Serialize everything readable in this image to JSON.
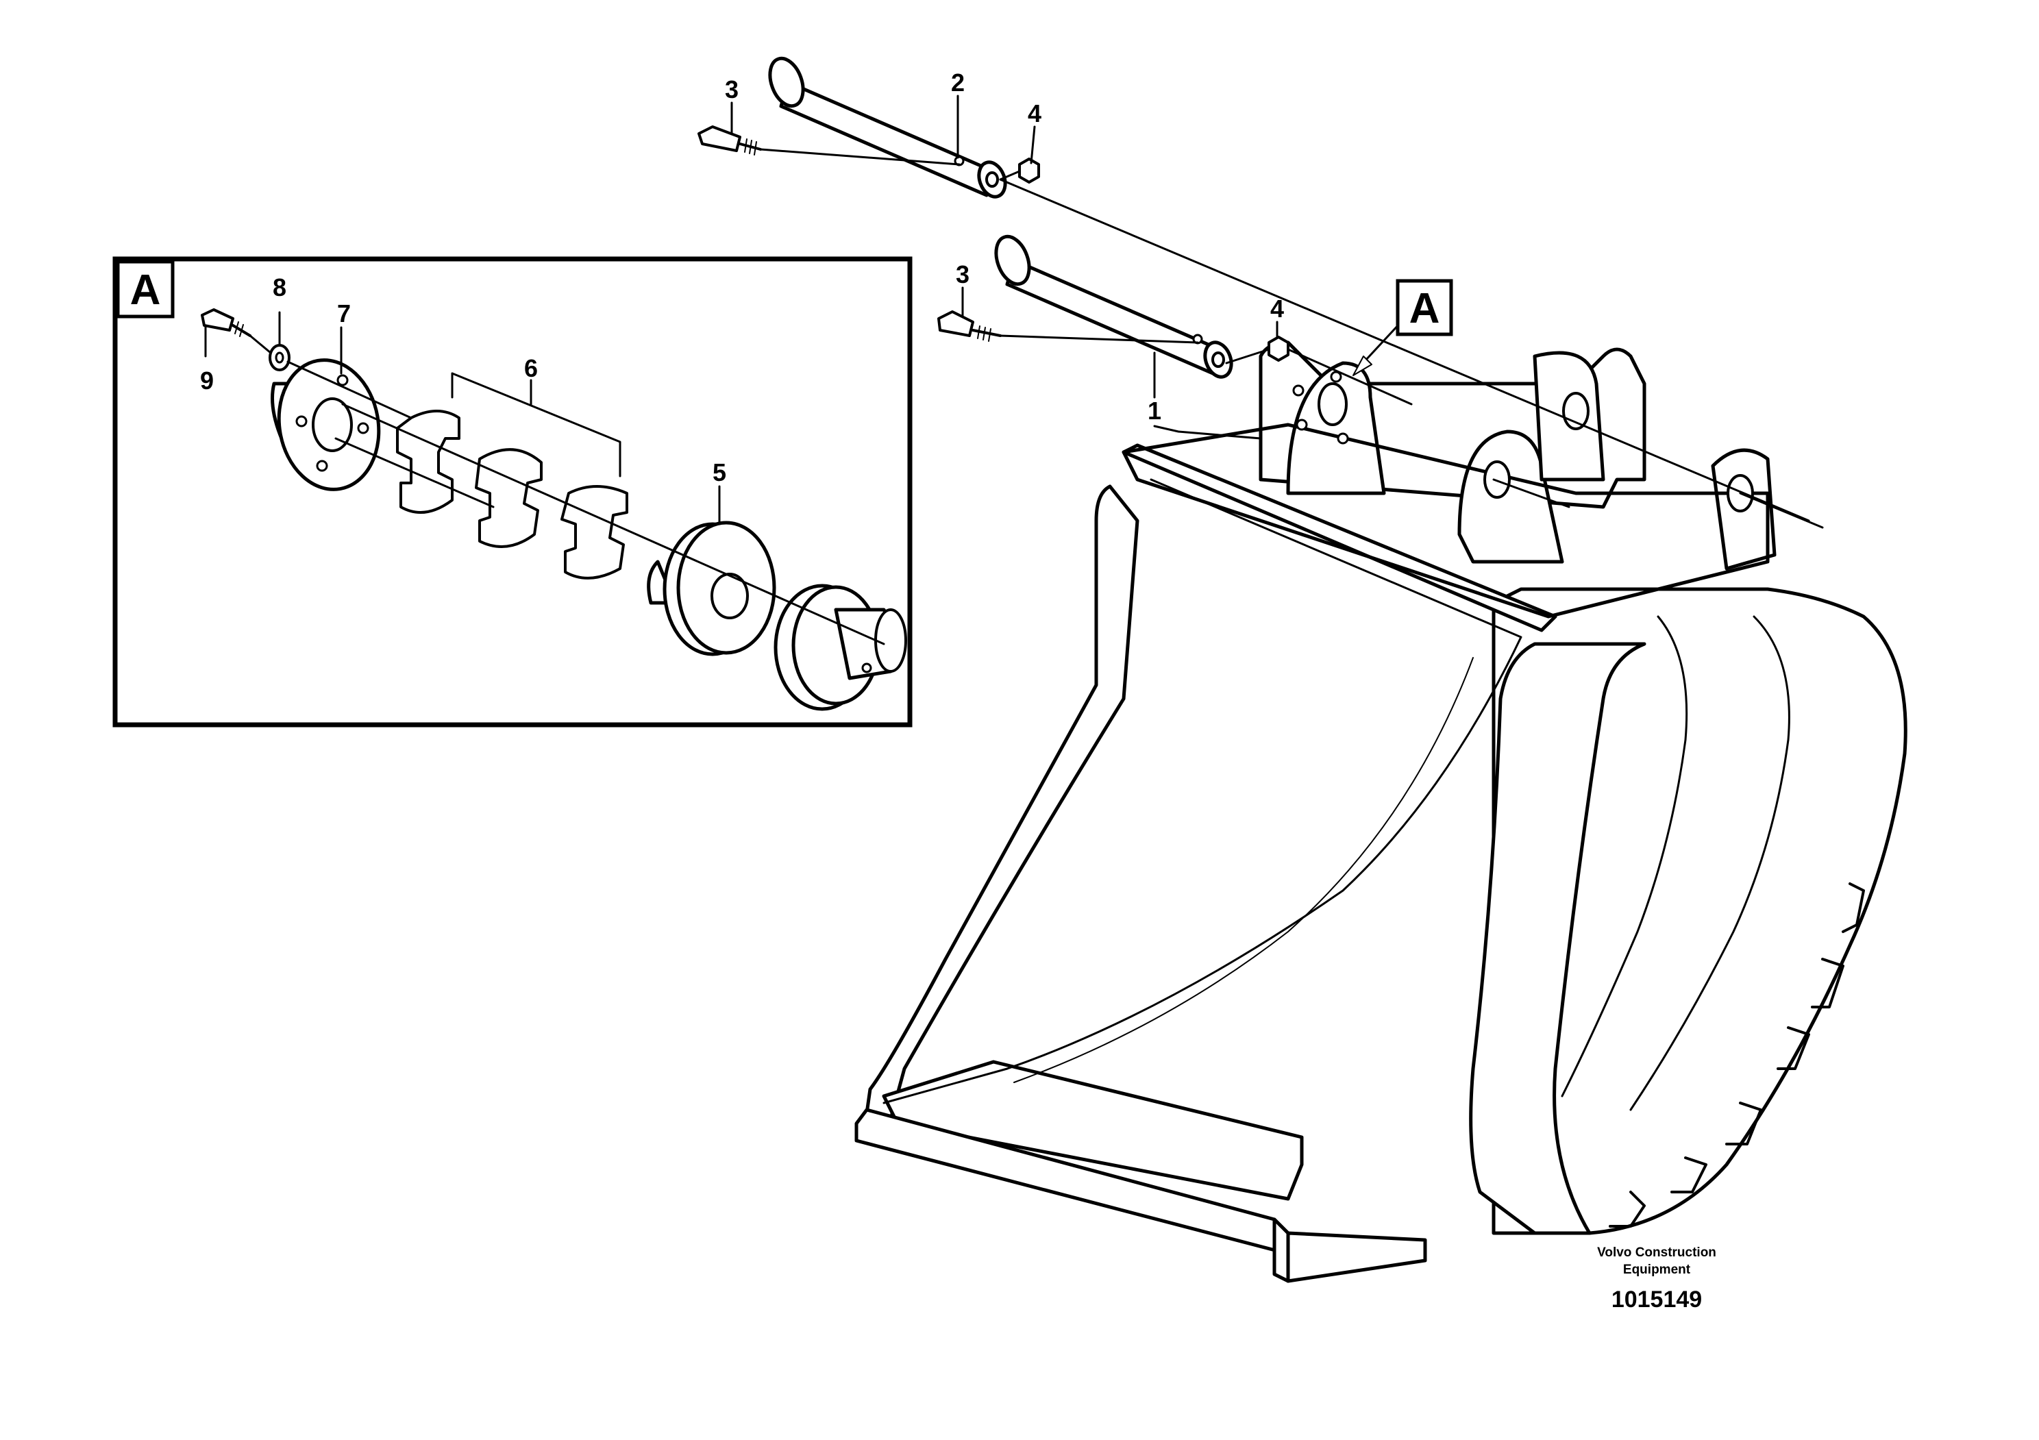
{
  "diagram": {
    "detail_callout": {
      "letter": "A"
    },
    "detail_box": {
      "letter": "A"
    },
    "callouts": {
      "pin_1": "1",
      "pin_2": "2",
      "screw_3_top": "3",
      "screw_3_lower": "3",
      "nut_4_top": "4",
      "nut_4_lower": "4",
      "bushing_5": "5",
      "shims_6": "6",
      "washer_7": "7",
      "washer_8": "8",
      "screw_9": "9"
    }
  },
  "footer": {
    "credit_line1": "Volvo Construction",
    "credit_line2": "Equipment",
    "document_number": "1015149"
  }
}
